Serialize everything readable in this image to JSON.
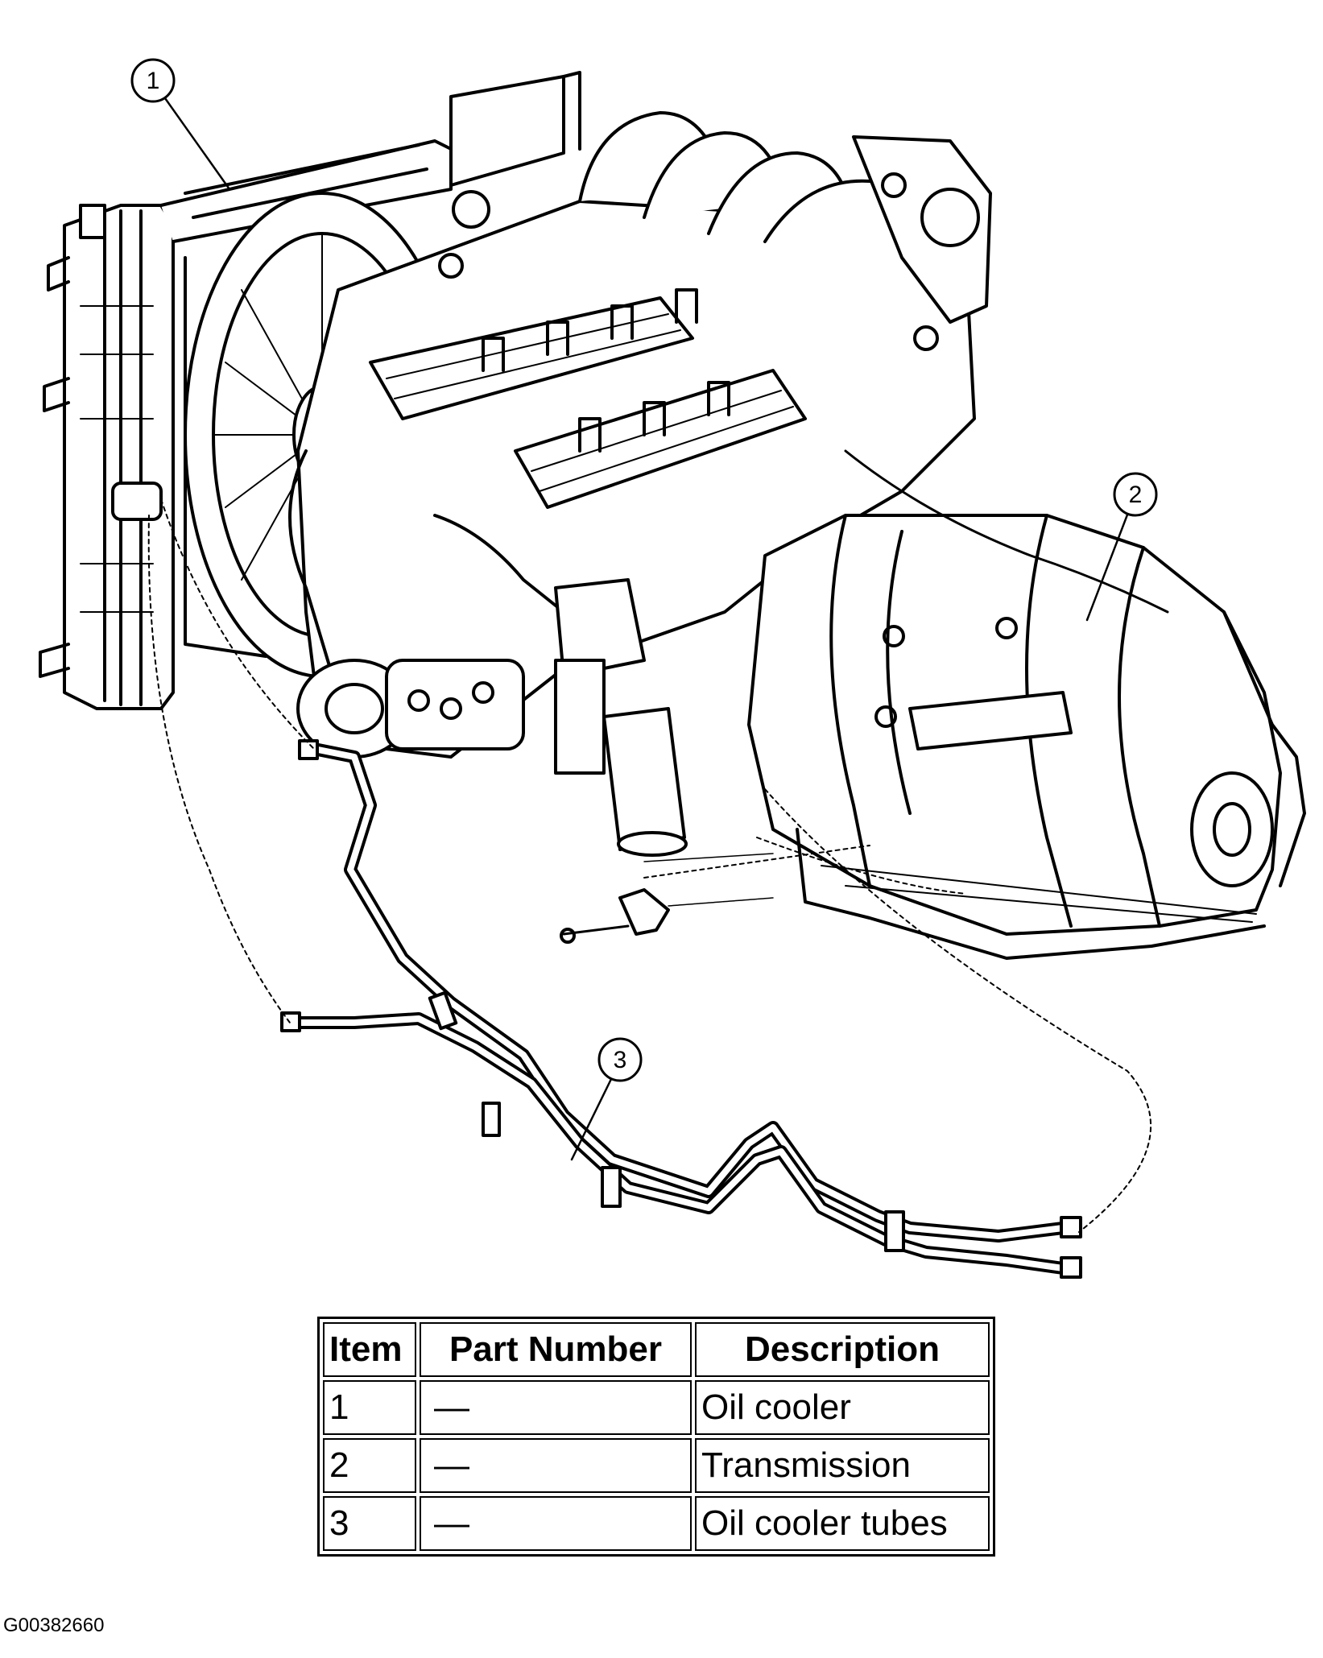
{
  "callouts": [
    {
      "number": "1",
      "part": "Oil cooler"
    },
    {
      "number": "2",
      "part": "Transmission"
    },
    {
      "number": "3",
      "part": "Oil cooler tubes"
    }
  ],
  "table": {
    "headers": [
      "Item",
      "Part Number",
      "Description"
    ],
    "rows": [
      {
        "item": "1",
        "part_number": "—",
        "description": "Oil cooler"
      },
      {
        "item": "2",
        "part_number": "—",
        "description": "Transmission"
      },
      {
        "item": "3",
        "part_number": "—",
        "description": "Oil cooler tubes"
      }
    ]
  },
  "figure_id": "G00382660"
}
